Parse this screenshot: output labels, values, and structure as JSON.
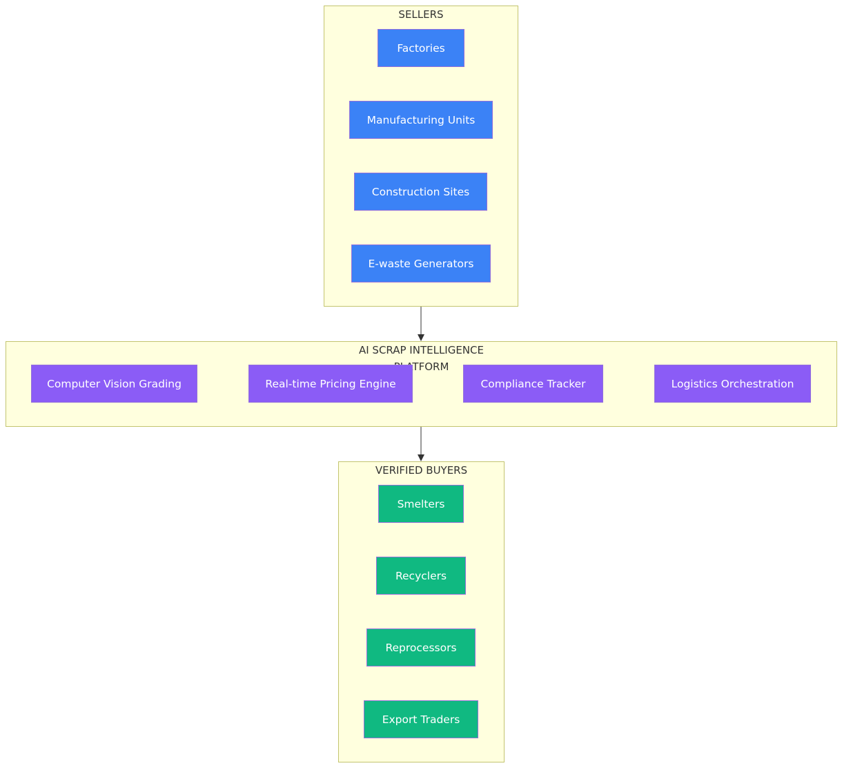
{
  "colors": {
    "seller": "#3b82f6",
    "platform": "#8b5cf6",
    "buyer": "#10b981",
    "group_fill": "#ffffde",
    "group_border": "#c3c46f",
    "edge": "#333333"
  },
  "sellers": {
    "title": "SELLERS",
    "nodes": [
      "Factories",
      "Manufacturing Units",
      "Construction Sites",
      "E-waste Generators"
    ]
  },
  "platform": {
    "title_line1": "AI SCRAP INTELLIGENCE",
    "title_line2": "PLATFORM",
    "nodes": [
      "Computer Vision Grading",
      "Real-time Pricing Engine",
      "Compliance Tracker",
      "Logistics Orchestration"
    ]
  },
  "buyers": {
    "title": "VERIFIED BUYERS",
    "nodes": [
      "Smelters",
      "Recyclers",
      "Reprocessors",
      "Export Traders"
    ]
  }
}
